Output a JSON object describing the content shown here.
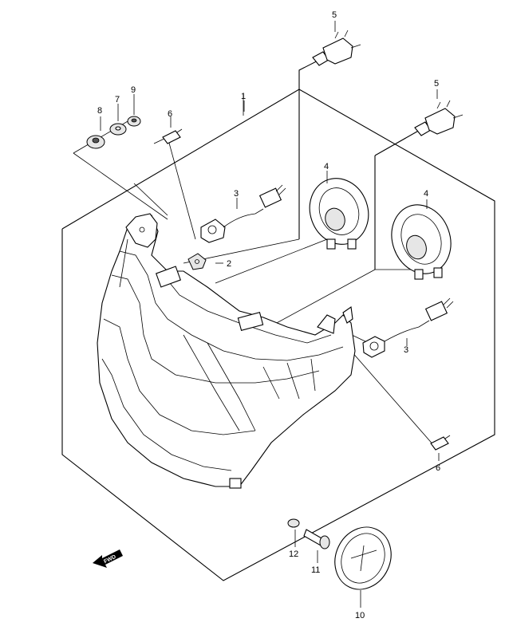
{
  "callouts": {
    "c1": "1",
    "c2": "2",
    "c3a": "3",
    "c3b": "3",
    "c4a": "4",
    "c4b": "4",
    "c5a": "5",
    "c5b": "5",
    "c6a": "6",
    "c6b": "6",
    "c7": "7",
    "c8": "8",
    "c9": "9",
    "c10": "10",
    "c11": "11",
    "c12": "12"
  },
  "fwd_label": "FWD"
}
